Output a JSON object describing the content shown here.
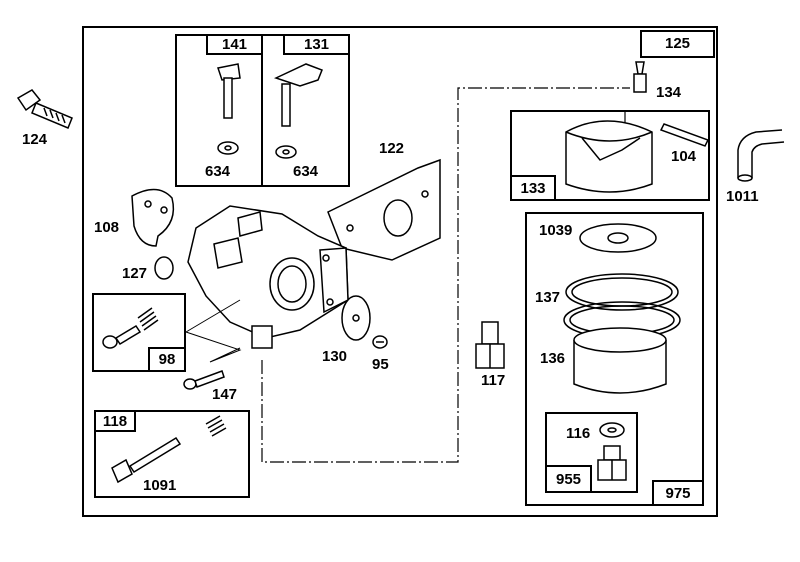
{
  "colors": {
    "ink": "#000000",
    "paper": "#ffffff"
  },
  "labels": {
    "p124": "124",
    "p141": "141",
    "p131": "131",
    "p634a": "634",
    "p634b": "634",
    "p125": "125",
    "p134": "134",
    "p104": "104",
    "p133": "133",
    "p1011": "1011",
    "p122": "122",
    "p108": "108",
    "p127": "127",
    "p98": "98",
    "p147": "147",
    "p130": "130",
    "p95": "95",
    "p117": "117",
    "p1039": "1039",
    "p137": "137",
    "p136": "136",
    "p116": "116",
    "p955": "955",
    "p975": "975",
    "p118": "118",
    "p1091": "1091"
  }
}
